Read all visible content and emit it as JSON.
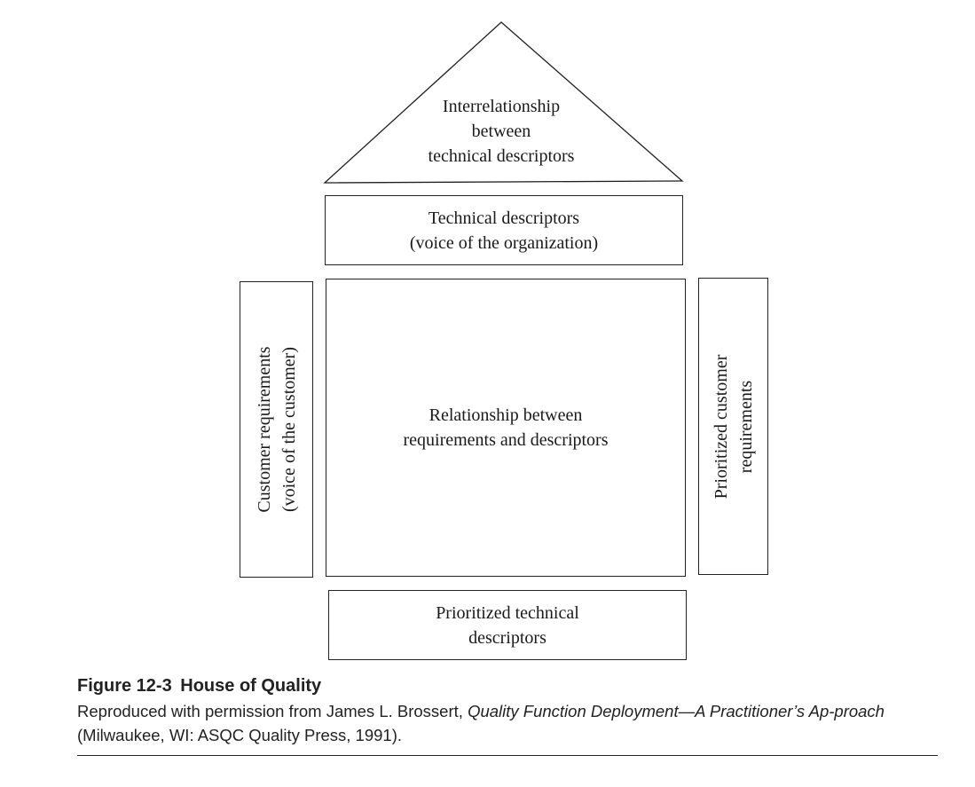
{
  "diagram": {
    "roof": {
      "line1": "Interrelationship",
      "line2": "between",
      "line3": "technical descriptors"
    },
    "technical_descriptors": {
      "line1": "Technical descriptors",
      "line2": "(voice of the organization)"
    },
    "customer_requirements": {
      "line1": "Customer requirements",
      "line2": "(voice of the customer)"
    },
    "relationship": {
      "line1": "Relationship between",
      "line2": "requirements and descriptors"
    },
    "prioritized_customer": {
      "line1": "Prioritized customer",
      "line2": "requirements"
    },
    "prioritized_technical": {
      "line1": "Prioritized technical",
      "line2": "descriptors"
    }
  },
  "caption": {
    "figure_number": "Figure 12-3",
    "figure_title": "House of Quality",
    "credit_prefix": "Reproduced with permission from James L. Brossert, ",
    "book_title": "Quality Function Deployment—A Practitioner’s Ap-proach",
    "credit_suffix": " (Milwaukee, WI: ASQC Quality Press, 1991)."
  }
}
